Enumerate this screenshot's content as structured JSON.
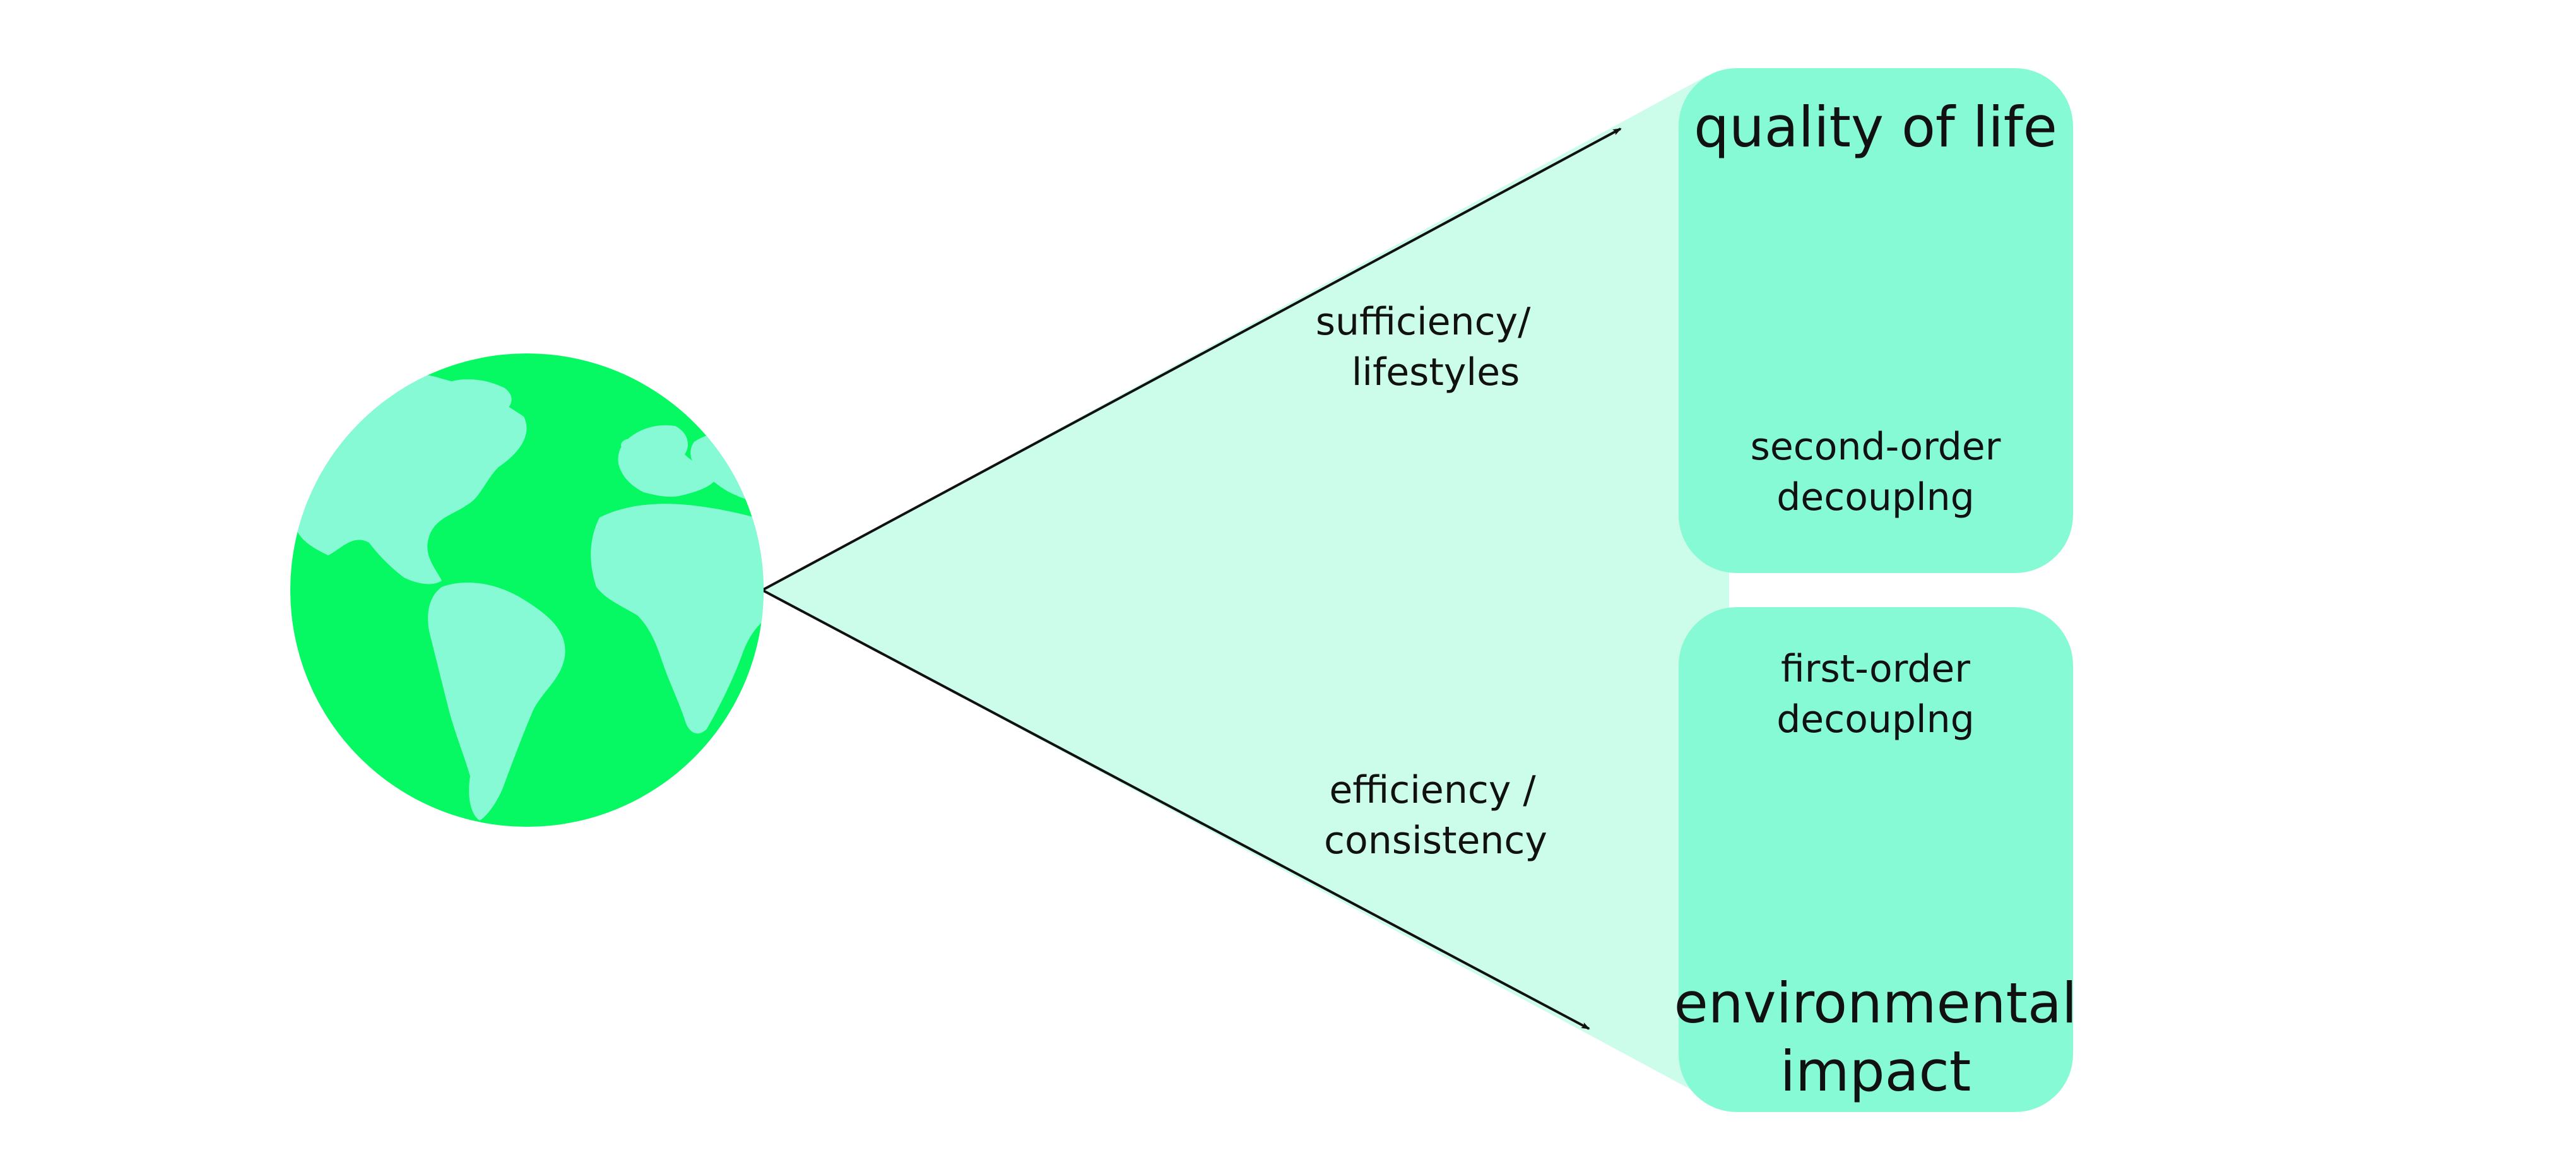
{
  "colors": {
    "background": "#ffffff",
    "cone_fill": "#ccfcea",
    "box_fill": "#86fad4",
    "globe_ocean": "#06f862",
    "globe_land": "#86fad4",
    "line": "#111111",
    "text": "#111111"
  },
  "icons": {
    "globe": "globe-icon"
  },
  "boxes": {
    "top": {
      "title": "quality of life",
      "sublabel_line1": "second-order",
      "sublabel_line2": "decouplng"
    },
    "bottom": {
      "sublabel_line1": "first-order",
      "sublabel_line2": "decouplng",
      "title_line1": "environmental",
      "title_line2": "impact"
    }
  },
  "arrows": {
    "upper": {
      "label_line1": "sufficiency/",
      "label_line2": "lifestyles"
    },
    "lower": {
      "label_line1": "efficiency /",
      "label_line2": "consistency"
    }
  }
}
